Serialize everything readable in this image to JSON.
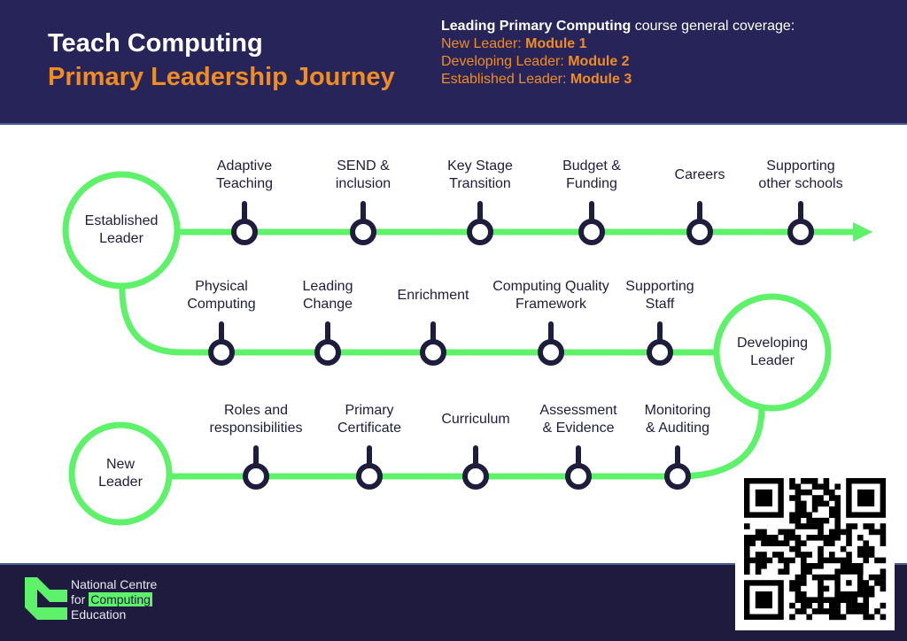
{
  "header": {
    "title": "Teach Computing",
    "subtitle": "Primary Leadership Journey",
    "coverage": {
      "intro_bold": "Leading Primary Computing",
      "intro_rest": " course general coverage:",
      "lines": [
        {
          "level": "New Leader: ",
          "module": "Module 1"
        },
        {
          "level": "Developing Leader: ",
          "module": "Module 2"
        },
        {
          "level": "Established Leader: ",
          "module": "Module 3"
        }
      ]
    }
  },
  "journey": {
    "stages": [
      {
        "label_line1": "New",
        "label_line2": "Leader"
      },
      {
        "label_line1": "Developing",
        "label_line2": "Leader"
      },
      {
        "label_line1": "Established",
        "label_line2": "Leader"
      }
    ],
    "rows": [
      {
        "stage": "New Leader",
        "topics": [
          {
            "line1": "Roles and",
            "line2": "responsibilities"
          },
          {
            "line1": "Primary",
            "line2": "Certificate"
          },
          {
            "line1": "Curriculum",
            "line2": ""
          },
          {
            "line1": "Assessment",
            "line2": "& Evidence"
          },
          {
            "line1": "Monitoring",
            "line2": "& Auditing"
          }
        ]
      },
      {
        "stage": "Developing Leader",
        "topics": [
          {
            "line1": "Physical",
            "line2": "Computing"
          },
          {
            "line1": "Leading",
            "line2": "Change"
          },
          {
            "line1": "Enrichment",
            "line2": ""
          },
          {
            "line1": "Computing Quality",
            "line2": "Framework"
          },
          {
            "line1": "Supporting",
            "line2": "Staff"
          }
        ]
      },
      {
        "stage": "Established Leader",
        "topics": [
          {
            "line1": "Adaptive",
            "line2": "Teaching"
          },
          {
            "line1": "SEND &",
            "line2": "inclusion"
          },
          {
            "line1": "Key Stage",
            "line2": "Transition"
          },
          {
            "line1": "Budget &",
            "line2": "Funding"
          },
          {
            "line1": "Careers",
            "line2": ""
          },
          {
            "line1": "Supporting",
            "line2": "other schools"
          }
        ]
      }
    ]
  },
  "footer": {
    "logo_line1": "National Centre",
    "logo_line2_pre": "for ",
    "logo_line2_hl": "Computing",
    "logo_line3": "Education",
    "qr_icon": "qr-code-icon"
  },
  "colors": {
    "navy": "#27245a",
    "orange": "#f08c21",
    "green": "#5ef26a",
    "pin": "#1f1d3d"
  }
}
